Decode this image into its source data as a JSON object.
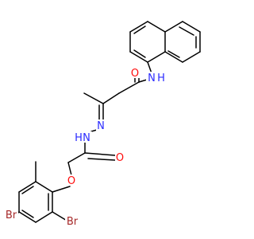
{
  "molecule": {
    "colors": {
      "bond": "#000000",
      "carbon": "#000000",
      "nitrogen": "#2b2bff",
      "oxygen": "#ff0d0d",
      "bromine": "#a62929"
    },
    "labels": {
      "amide_o": "O",
      "amide_nh": "N",
      "amide_h": "H",
      "hydrazone_n1": "N",
      "hydrazone_n2": "N",
      "hydrazone_h": "H",
      "acyl_o": "O",
      "ether_o": "O",
      "br_left": "Br",
      "br_right": "Br"
    }
  }
}
